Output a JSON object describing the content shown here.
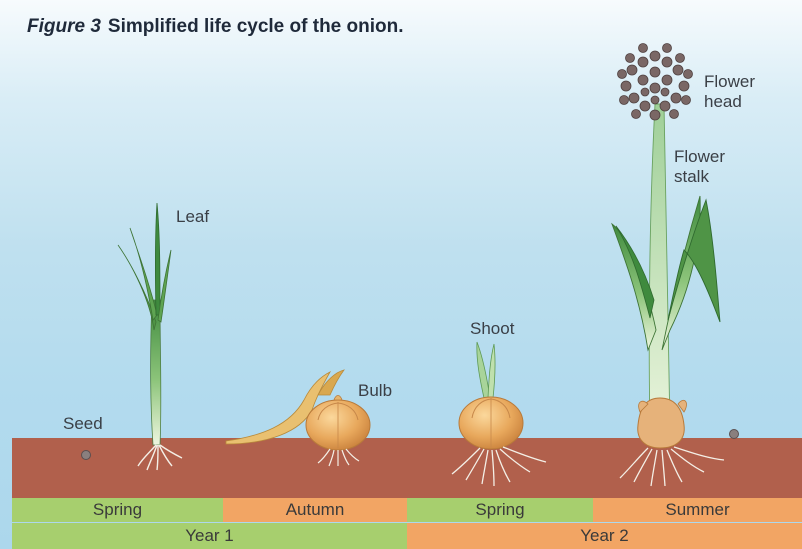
{
  "figure": {
    "label": "Figure 3",
    "title": "Simplified life cycle of the onion."
  },
  "labels": {
    "leaf": "Leaf",
    "seed": "Seed",
    "bulb": "Bulb",
    "shoot": "Shoot",
    "flower_head": [
      "Flower",
      "head"
    ],
    "flower_stalk": [
      "Flower",
      "stalk"
    ]
  },
  "seasons": [
    "Spring",
    "Autumn",
    "Spring",
    "Summer"
  ],
  "years": [
    "Year 1",
    "Year 2"
  ],
  "colors": {
    "soil": "#b1604c",
    "spring": "#a7cf6e",
    "season_orange": "#f2a564",
    "bulb": "#e9b06a",
    "leaf_green": "#6fae5a"
  }
}
